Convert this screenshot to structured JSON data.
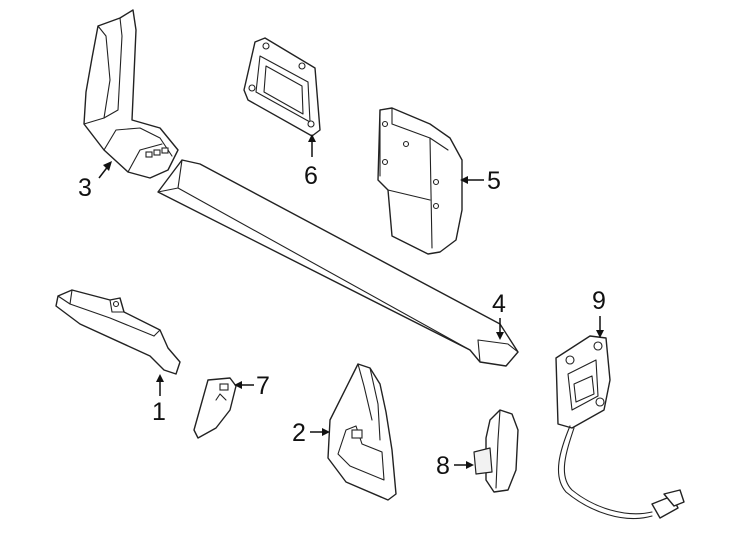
{
  "callouts": [
    {
      "id": "1",
      "label": "1"
    },
    {
      "id": "2",
      "label": "2"
    },
    {
      "id": "3",
      "label": "3"
    },
    {
      "id": "4",
      "label": "4"
    },
    {
      "id": "5",
      "label": "5"
    },
    {
      "id": "6",
      "label": "6"
    },
    {
      "id": "7",
      "label": "7"
    },
    {
      "id": "8",
      "label": "8"
    },
    {
      "id": "9",
      "label": "9"
    }
  ],
  "colors": {
    "line": "#222222",
    "background": "#ffffff"
  }
}
